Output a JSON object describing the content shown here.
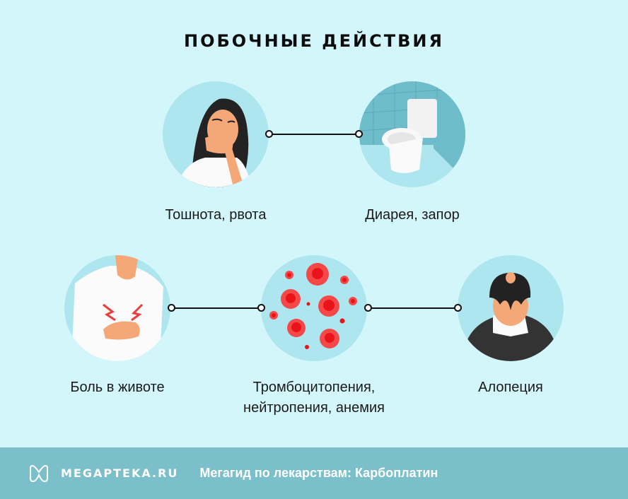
{
  "title": "ПОБОЧНЫЕ ДЕЙСТВИЯ",
  "items": [
    {
      "label": "Тошнота, рвота",
      "icon": "nausea-woman-icon"
    },
    {
      "label": "Диарея, запор",
      "icon": "toilet-icon"
    },
    {
      "label": "Боль в животе",
      "icon": "stomach-pain-icon"
    },
    {
      "label_line1": "Тромбоцитопения,",
      "label_line2": "нейтропения, анемия",
      "icon": "blood-cells-icon"
    },
    {
      "label": "Алопеция",
      "icon": "hair-loss-icon"
    }
  ],
  "footer": {
    "brand": "MEGAPTEKA.RU",
    "text": "Мегагид по лекарствам: Карбоплатин"
  },
  "colors": {
    "background": "#d3f6fb",
    "circle": "#ade6ef",
    "footer": "#7bbfca",
    "blood_red": "#f0141a"
  }
}
